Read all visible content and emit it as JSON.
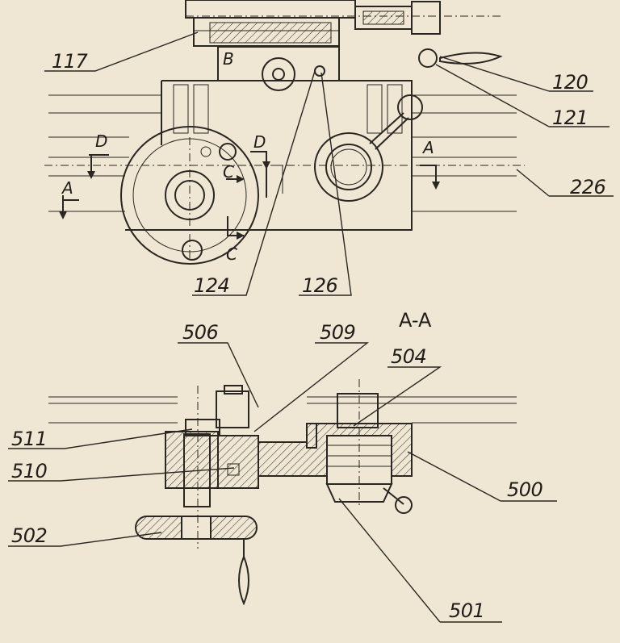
{
  "section_title": "A-A",
  "callouts": {
    "c117": "117",
    "c120": "120",
    "c121": "121",
    "c226": "226",
    "c124": "124",
    "c126": "126",
    "c506": "506",
    "c509": "509",
    "c504": "504",
    "c511": "511",
    "c510": "510",
    "c500": "500",
    "c502": "502",
    "c501": "501"
  },
  "section_marks": {
    "b": "B",
    "d_left": "D",
    "d_right": "D",
    "a_left": "A",
    "a_right": "A",
    "c_upper": "C",
    "c_lower": "C"
  },
  "colors": {
    "paper": "#efe6d3",
    "ink": "#2a2622"
  }
}
